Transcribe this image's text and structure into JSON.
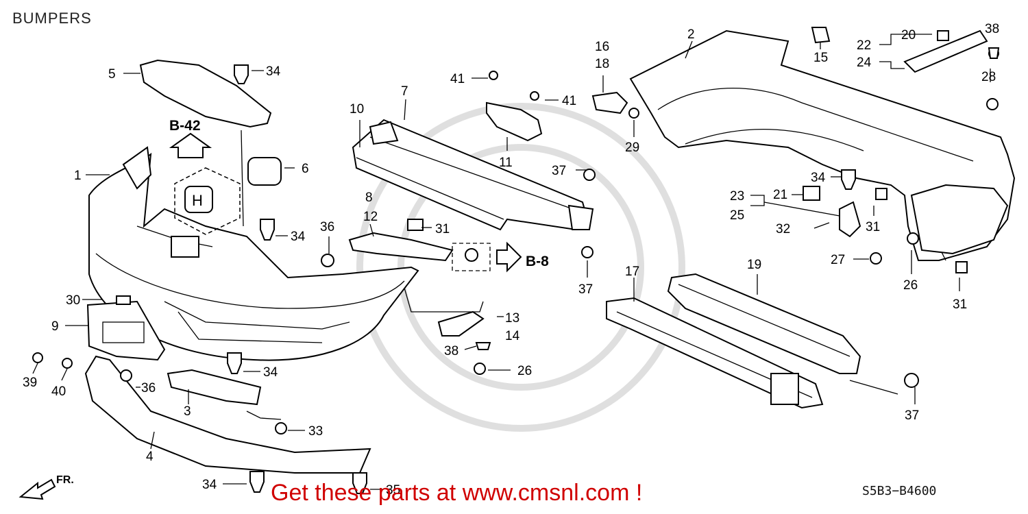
{
  "title": "BUMPERS",
  "cta": "Get these parts at www.cmsnl.com !",
  "diagram_code": "S5B3−B4600",
  "refs": {
    "b42": "B-42",
    "b8": "B-8"
  },
  "front_label": "FR.",
  "callouts": [
    "1",
    "2",
    "3",
    "4",
    "5",
    "6",
    "7",
    "8",
    "9",
    "10",
    "11",
    "12",
    "13",
    "14",
    "15",
    "16",
    "17",
    "18",
    "19",
    "20",
    "21",
    "22",
    "23",
    "24",
    "25",
    "26",
    "26",
    "27",
    "28",
    "29",
    "30",
    "31",
    "31",
    "31",
    "32",
    "33",
    "34",
    "34",
    "34",
    "34",
    "34",
    "35",
    "36",
    "36",
    "37",
    "37",
    "37",
    "38",
    "38",
    "39",
    "40",
    "41",
    "41"
  ]
}
